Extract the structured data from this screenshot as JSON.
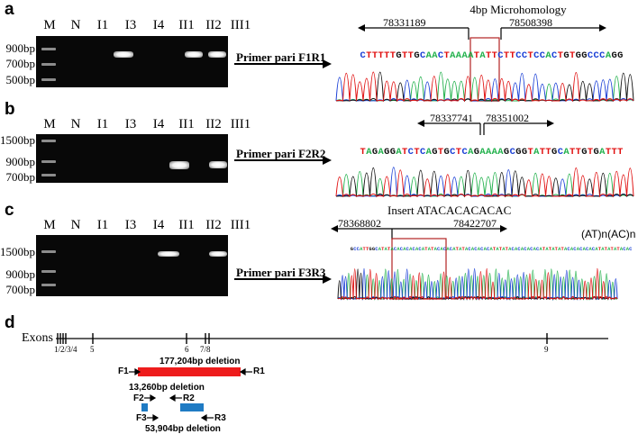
{
  "panels": {
    "a": {
      "label": "a",
      "lanes": [
        "M",
        "N",
        "I1",
        "I3",
        "I4",
        "II1",
        "II2",
        "III1"
      ],
      "sizes": [
        "900bp",
        "700bp",
        "500bp"
      ],
      "primer": "Primer pari F1R1",
      "annotation": "4bp Microhomology",
      "coord_left": "78331189",
      "coord_right": "78508398",
      "sequence": "CTTTTTGTTGCAACTAAAATATTCTTCCTCCACTGTGGCCCAGG"
    },
    "b": {
      "label": "b",
      "lanes": [
        "M",
        "N",
        "I1",
        "I3",
        "I4",
        "II1",
        "II2",
        "III1"
      ],
      "sizes": [
        "1500bp",
        "900bp",
        "700bp"
      ],
      "primer": "Primer pari F2R2",
      "coord_left": "78337741",
      "coord_right": "78351002",
      "sequence": "TAGAGGATCTCAGTGCTCAGAAAAGCGGTATTGCATTGTGATTT"
    },
    "c": {
      "label": "c",
      "lanes": [
        "M",
        "N",
        "I1",
        "I3",
        "I4",
        "II1",
        "II2",
        "III1"
      ],
      "sizes": [
        "1500bp",
        "900bp",
        "700bp"
      ],
      "primer": "Primer pari F3R3",
      "annotation": "Insert ATACACACACAC",
      "coord_left": "78368802",
      "coord_right": "78422707",
      "repeat_note": "(AT)n(AC)n",
      "sequence": "GCCATTGGCATATACACACACACATATACACACATATACACACACATATATACACACACACATATATATACACACACACATATATATACAC"
    },
    "d": {
      "label": "d",
      "exons_label": "Exons",
      "exon_numbers": [
        "1/2/3/4",
        "5",
        "6",
        "7/8",
        "9"
      ],
      "del1": "177,204bp deletion",
      "del2": "13,260bp deletion",
      "del3": "53,904bp deletion",
      "f1": "F1",
      "r1": "R1",
      "f2": "F2",
      "r2": "R2",
      "f3": "F3",
      "r3": "R3"
    }
  },
  "colors": {
    "deletion_large": "#ee1c1c",
    "deletion_small": "#1f7bc4",
    "box": "#b22222"
  }
}
